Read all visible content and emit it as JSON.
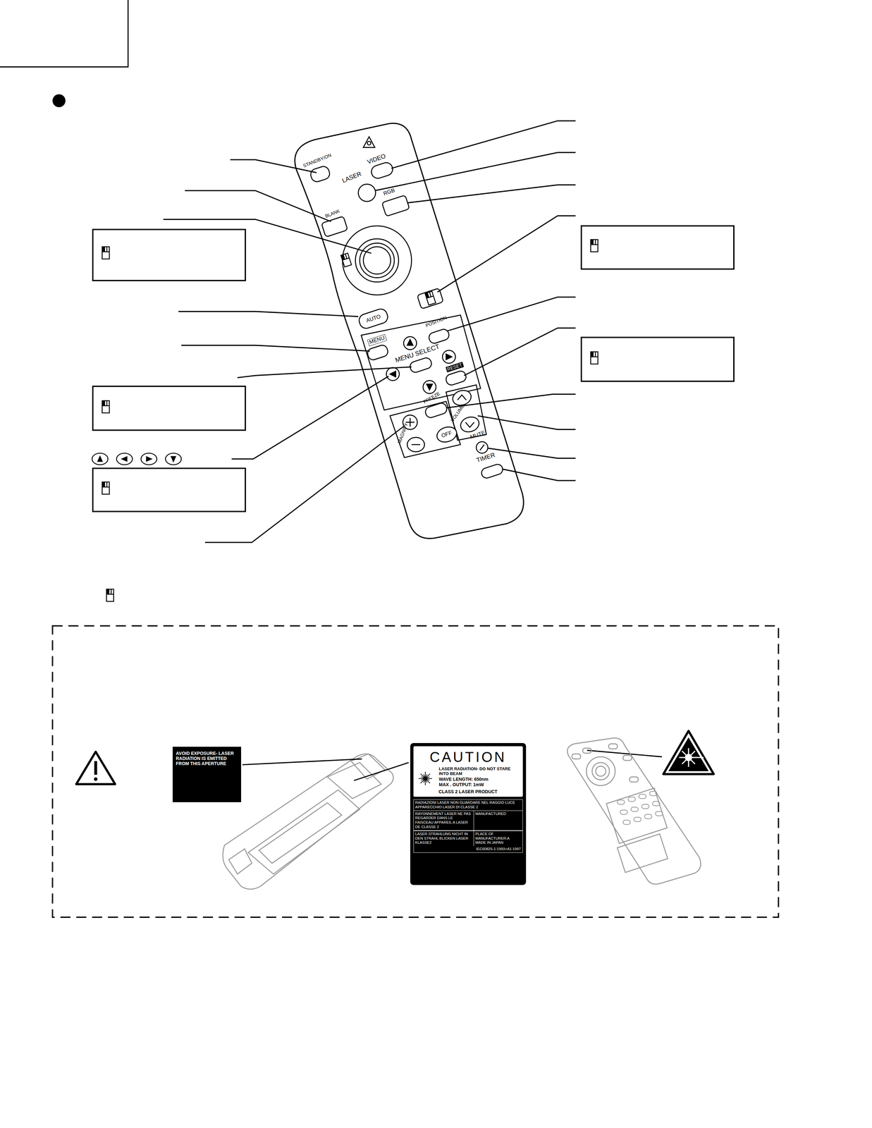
{
  "diagram": {
    "nodes": [
      {
        "text": [
          "AVOID EXPOSURE- LASER RADIATION IS EMITTED FROM THIS APERTURE"
        ]
      },
      {
        "text": [
          "CAUTION",
          "LASER RADIATION- DO NOT STARE INTO BEAM",
          "WAVE LENGTH: 650nm",
          "MAX . OUTPUT: 1mW",
          "CLASS 2 LASER PRODUCT",
          "RADIAZIONI LASER NON GUARDARE NEL RAGGIO LUCE APPARECCHIO LASER DI CLASSE 2",
          "RAYONNEMENT LASER NE PAS REGARDER DANS LE FAISCEAU APPAREIL A LASER DE CLASSE 2",
          "MANUFACTURED",
          "LASER STRAHLUNG NICHT IN DEN STRAHL BLICKEN LASER KLASSE2",
          "PLACE OF MANUFACTURER:A MADE IN JAPAN",
          "IEC60825-1:1993+A1:1997"
        ]
      }
    ],
    "labels": [
      "STANDBY/ON",
      "LASER",
      "VIDEO",
      "RGB",
      "BLANK",
      "AUTO",
      "POSITION",
      "MENU",
      "MENU SELECT",
      "RESET",
      "FREEZE",
      "VOLUME",
      "MAGNIFY",
      "OFF",
      "MUTE",
      "TIMER"
    ]
  }
}
